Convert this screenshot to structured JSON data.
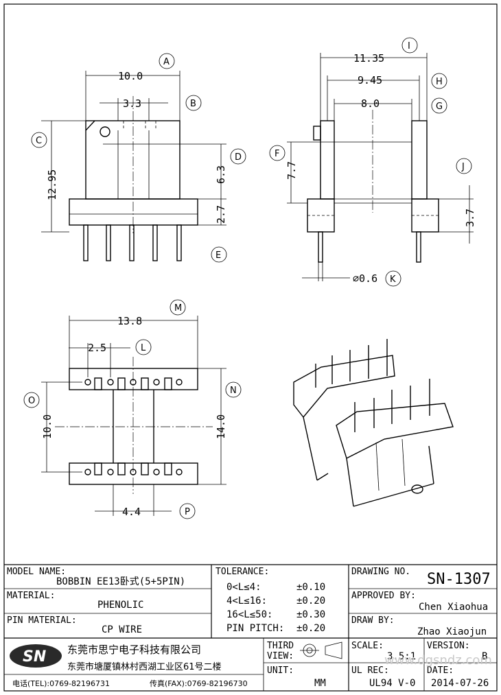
{
  "dimensions": {
    "A": "10.0",
    "B": "3.3",
    "C": "12.95",
    "D": "6.3",
    "D2": "2.7",
    "I": "11.35",
    "H": "9.45",
    "G": "8.0",
    "F": "7.7",
    "J": "3.7",
    "K": "⌀0.6",
    "M": "13.8",
    "L": "2.5",
    "O": "10.0",
    "N": "14.0",
    "P": "4.4"
  },
  "callouts": {
    "A": "A",
    "B": "B",
    "C": "C",
    "D": "D",
    "E": "E",
    "F": "F",
    "G": "G",
    "H": "H",
    "I": "I",
    "J": "J",
    "K": "K",
    "L": "L",
    "M": "M",
    "N": "N",
    "O": "O",
    "P": "P"
  },
  "title_block": {
    "model_label": "MODEL NAME:",
    "model_value": "BOBBIN EE13卧式(5+5PIN)",
    "material_label": "MATERIAL:",
    "material_value": "PHENOLIC",
    "pin_material_label": "PIN MATERIAL:",
    "pin_material_value": "CP WIRE",
    "tolerance_label": "TOLERANCE:",
    "tolerances": [
      {
        "range": "0<L≤4:",
        "value": "±0.10"
      },
      {
        "range": "4<L≤16:",
        "value": "±0.20"
      },
      {
        "range": "16<L≤50:",
        "value": "±0.30"
      },
      {
        "range": "PIN PITCH:",
        "value": "±0.20"
      }
    ],
    "drawing_no_label": "DRAWING NO.",
    "drawing_no": "SN-1307",
    "approved_label": "APPROVED BY:",
    "approved_by": "Chen Xiaohua",
    "draw_label": "DRAW BY:",
    "draw_by": "Zhao Xiaojun",
    "logo": "SN",
    "company": "东莞市思宁电子科技有限公司",
    "address": "东莞市塘厦镇林村西湖工业区61号二楼",
    "tel": "电话(TEL):0769-82196731",
    "fax": "传真(FAX):0769-82196730",
    "third_view_label_1": "THIRD",
    "third_view_label_2": "VIEW:",
    "unit_label": "UNIT:",
    "unit": "MM",
    "scale_label": "SCALE:",
    "scale": "3.5:1",
    "version_label": "VERSION:",
    "version": "B",
    "ul_label": "UL REC:",
    "ul_value": "UL94 V-0",
    "date_label": "DATE:",
    "date": "2014-07-26",
    "watermark": "www.dgsndz.com"
  }
}
